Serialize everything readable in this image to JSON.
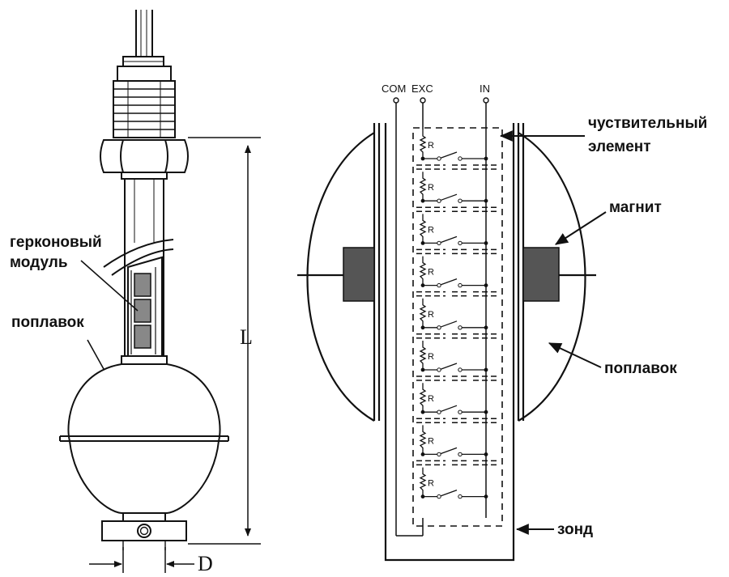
{
  "labels": {
    "reed_module_line1": "герконовый",
    "reed_module_line2": "модуль",
    "float_left": "поплавок",
    "float_right": "поплавок",
    "sensing_line1": "чуствительный",
    "sensing_line2": "элемент",
    "magnet": "магнит",
    "probe": "зонд"
  },
  "terminals": {
    "com": "COM",
    "exc": "EXC",
    "in": "IN"
  },
  "dimensions": {
    "length": "L",
    "diameter": "D"
  },
  "resistor_label": "R",
  "circuit": {
    "stage_count": 9
  },
  "colors": {
    "stroke": "#111111",
    "magnet_fill": "#555555",
    "reed_fill": "#888888"
  }
}
